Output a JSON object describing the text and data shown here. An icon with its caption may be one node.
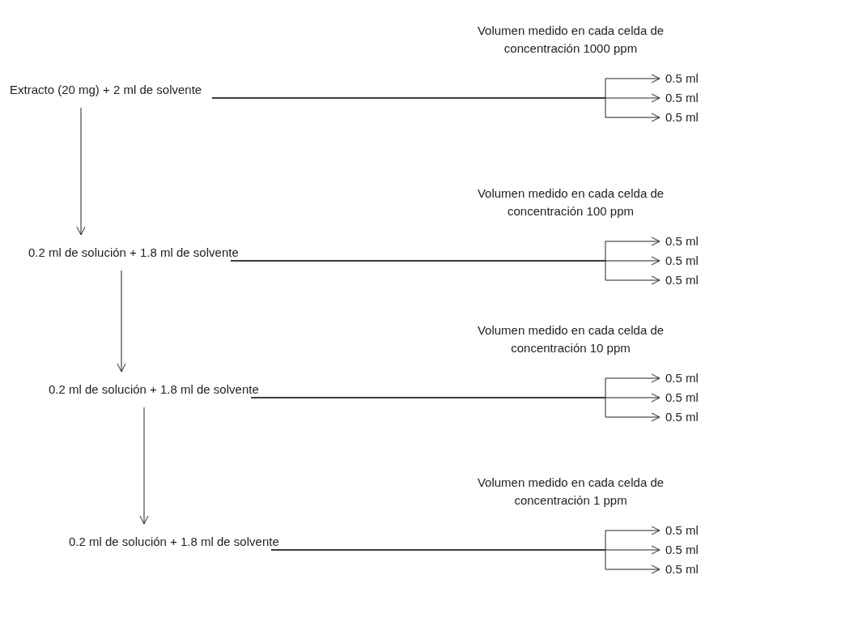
{
  "diagram": {
    "nodes": [
      {
        "text": [
          "Extracto (20 mg) + 2 ml de solvente"
        ]
      },
      {
        "text": [
          "0.2 ml de solución + 1.8 ml de solvente"
        ]
      },
      {
        "text": [
          "0.2 ml de solución + 1.8 ml de solvente"
        ]
      },
      {
        "text": [
          "0.2 ml de solución + 1.8 ml de solvente"
        ]
      },
      {
        "text": [
          "0.5 ml"
        ]
      },
      {
        "text": [
          "0.5 ml"
        ]
      },
      {
        "text": [
          "0.5 ml"
        ]
      },
      {
        "text": [
          "0.5 ml"
        ]
      },
      {
        "text": [
          "0.5 ml"
        ]
      },
      {
        "text": [
          "0.5 ml"
        ]
      },
      {
        "text": [
          "0.5 ml"
        ]
      },
      {
        "text": [
          "0.5 ml"
        ]
      },
      {
        "text": [
          "0.5 ml"
        ]
      },
      {
        "text": [
          "0.5 ml"
        ]
      },
      {
        "text": [
          "0.5 ml"
        ]
      },
      {
        "text": [
          "0.5 ml"
        ]
      }
    ],
    "edges": [
      {
        "from": 0,
        "to": 1,
        "arrow": "to"
      },
      {
        "from": 1,
        "to": 2,
        "arrow": "to"
      },
      {
        "from": 2,
        "to": 3,
        "arrow": "to"
      },
      {
        "from": 0,
        "to": 4,
        "arrow": "to"
      },
      {
        "from": 0,
        "to": 5,
        "arrow": "to"
      },
      {
        "from": 0,
        "to": 6,
        "arrow": "to"
      },
      {
        "from": 1,
        "to": 7,
        "arrow": "to"
      },
      {
        "from": 1,
        "to": 8,
        "arrow": "to"
      },
      {
        "from": 1,
        "to": 9,
        "arrow": "to"
      },
      {
        "from": 2,
        "to": 10,
        "arrow": "to"
      },
      {
        "from": 2,
        "to": 11,
        "arrow": "to"
      },
      {
        "from": 2,
        "to": 12,
        "arrow": "to"
      },
      {
        "from": 3,
        "to": 13,
        "arrow": "to"
      },
      {
        "from": 3,
        "to": 14,
        "arrow": "to"
      },
      {
        "from": 3,
        "to": 15,
        "arrow": "to"
      }
    ],
    "labels": [
      "Volumen medido en cada celda de concentración 1000 ppm",
      "Volumen medido en cada celda de concentración 100 ppm",
      "Volumen medido en cada celda de concentración 10 ppm",
      "Volumen medido en cada celda de concentración 1 ppm"
    ]
  }
}
